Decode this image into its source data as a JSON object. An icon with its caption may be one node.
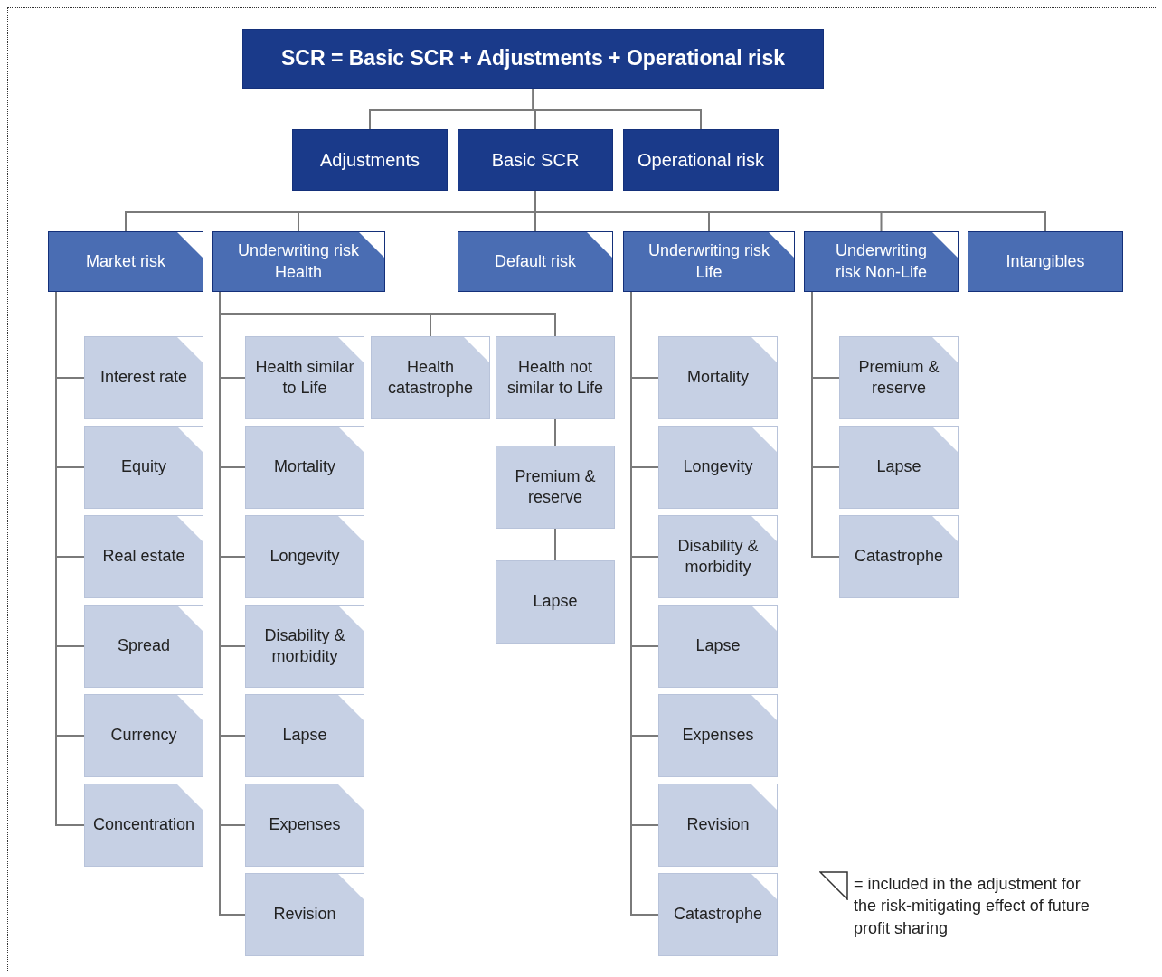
{
  "diagram": {
    "nodes": [
      {
        "text": [
          "SCR = Basic SCR + Adjustments + Operational risk"
        ]
      },
      {
        "text": [
          "Adjustments"
        ]
      },
      {
        "text": [
          "Basic SCR"
        ]
      },
      {
        "text": [
          "Operational risk"
        ]
      },
      {
        "text": [
          "Market risk"
        ]
      },
      {
        "text": [
          "Underwriting risk Health"
        ]
      },
      {
        "text": [
          "Default risk"
        ]
      },
      {
        "text": [
          "Underwriting risk Life"
        ]
      },
      {
        "text": [
          "Underwriting risk Non-Life"
        ]
      },
      {
        "text": [
          "Intangibles"
        ]
      },
      {
        "text": [
          "Interest rate"
        ]
      },
      {
        "text": [
          "Equity"
        ]
      },
      {
        "text": [
          "Real estate"
        ]
      },
      {
        "text": [
          "Spread"
        ]
      },
      {
        "text": [
          "Currency"
        ]
      },
      {
        "text": [
          "Concentration"
        ]
      },
      {
        "text": [
          "Health similar to Life"
        ]
      },
      {
        "text": [
          "Health catastrophe"
        ]
      },
      {
        "text": [
          "Health not similar to Life"
        ]
      },
      {
        "text": [
          "Mortality"
        ]
      },
      {
        "text": [
          "Longevity"
        ]
      },
      {
        "text": [
          "Disability & morbidity"
        ]
      },
      {
        "text": [
          "Lapse"
        ]
      },
      {
        "text": [
          "Expenses"
        ]
      },
      {
        "text": [
          "Revision"
        ]
      },
      {
        "text": [
          "Premium & reserve"
        ]
      },
      {
        "text": [
          "Lapse"
        ]
      },
      {
        "text": [
          "Mortality"
        ]
      },
      {
        "text": [
          "Longevity"
        ]
      },
      {
        "text": [
          "Disability & morbidity"
        ]
      },
      {
        "text": [
          "Lapse"
        ]
      },
      {
        "text": [
          "Expenses"
        ]
      },
      {
        "text": [
          "Revision"
        ]
      },
      {
        "text": [
          "Catastrophe"
        ]
      },
      {
        "text": [
          "Premium & reserve"
        ]
      },
      {
        "text": [
          "Lapse"
        ]
      },
      {
        "text": [
          "Catastrophe"
        ]
      }
    ],
    "edges": [
      {
        "from": 0,
        "to": 1,
        "arrow": "none"
      },
      {
        "from": 0,
        "to": 2,
        "arrow": "none"
      },
      {
        "from": 0,
        "to": 3,
        "arrow": "none"
      },
      {
        "from": 2,
        "to": 4,
        "arrow": "none"
      },
      {
        "from": 2,
        "to": 5,
        "arrow": "none"
      },
      {
        "from": 2,
        "to": 6,
        "arrow": "none"
      },
      {
        "from": 2,
        "to": 7,
        "arrow": "none"
      },
      {
        "from": 2,
        "to": 8,
        "arrow": "none"
      },
      {
        "from": 2,
        "to": 9,
        "arrow": "none"
      },
      {
        "from": 4,
        "to": 10,
        "arrow": "none"
      },
      {
        "from": 4,
        "to": 11,
        "arrow": "none"
      },
      {
        "from": 4,
        "to": 12,
        "arrow": "none"
      },
      {
        "from": 4,
        "to": 13,
        "arrow": "none"
      },
      {
        "from": 4,
        "to": 14,
        "arrow": "none"
      },
      {
        "from": 4,
        "to": 15,
        "arrow": "none"
      },
      {
        "from": 5,
        "to": 16,
        "arrow": "none"
      },
      {
        "from": 5,
        "to": 17,
        "arrow": "none"
      },
      {
        "from": 5,
        "to": 18,
        "arrow": "none"
      },
      {
        "from": 5,
        "to": 19,
        "arrow": "none"
      },
      {
        "from": 5,
        "to": 20,
        "arrow": "none"
      },
      {
        "from": 5,
        "to": 21,
        "arrow": "none"
      },
      {
        "from": 5,
        "to": 22,
        "arrow": "none"
      },
      {
        "from": 5,
        "to": 23,
        "arrow": "none"
      },
      {
        "from": 5,
        "to": 24,
        "arrow": "none"
      },
      {
        "from": 18,
        "to": 25,
        "arrow": "none"
      },
      {
        "from": 25,
        "to": 26,
        "arrow": "none"
      },
      {
        "from": 7,
        "to": 27,
        "arrow": "none"
      },
      {
        "from": 7,
        "to": 28,
        "arrow": "none"
      },
      {
        "from": 7,
        "to": 29,
        "arrow": "none"
      },
      {
        "from": 7,
        "to": 30,
        "arrow": "none"
      },
      {
        "from": 7,
        "to": 31,
        "arrow": "none"
      },
      {
        "from": 7,
        "to": 32,
        "arrow": "none"
      },
      {
        "from": 7,
        "to": 33,
        "arrow": "none"
      },
      {
        "from": 8,
        "to": 34,
        "arrow": "none"
      },
      {
        "from": 8,
        "to": 35,
        "arrow": "none"
      },
      {
        "from": 8,
        "to": 36,
        "arrow": "none"
      }
    ],
    "legend": [
      {
        "text": "= included in the adjustment for the risk-mitigating effect of future profit sharing"
      }
    ]
  }
}
